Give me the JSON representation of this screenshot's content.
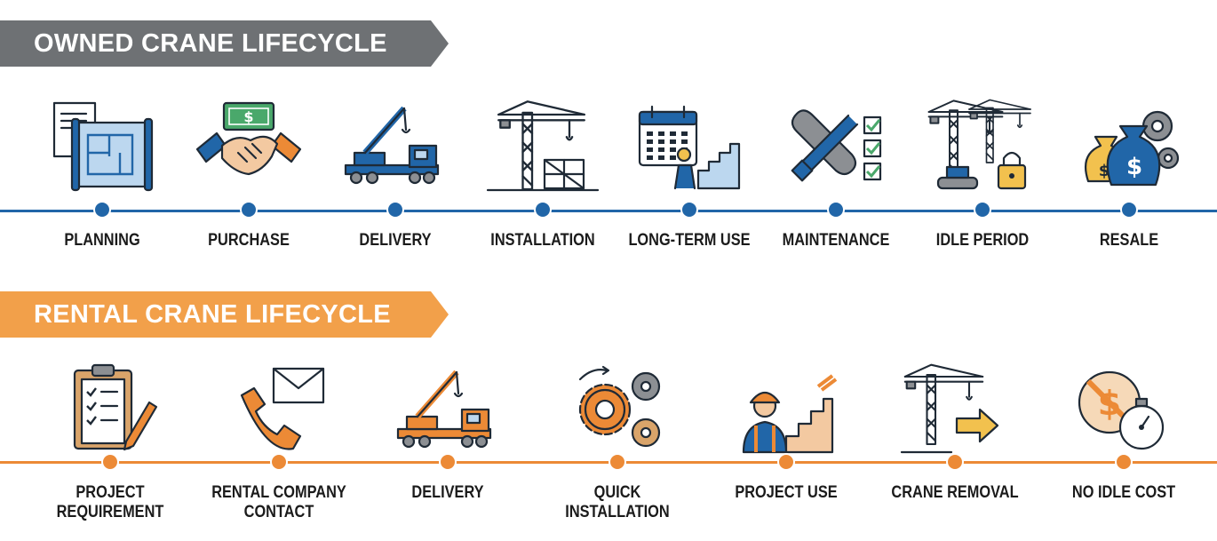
{
  "owned": {
    "title": "OWNED CRANE LIFECYCLE",
    "accent": "#2166a8",
    "stages": [
      {
        "label": "PLANNING",
        "icon": "blueprint-icon"
      },
      {
        "label": "PURCHASE",
        "icon": "handshake-money-icon"
      },
      {
        "label": "DELIVERY",
        "icon": "crane-truck-icon"
      },
      {
        "label": "INSTALLATION",
        "icon": "tower-crane-icon"
      },
      {
        "label": "LONG-TERM USE",
        "icon": "calendar-worker-icon"
      },
      {
        "label": "MAINTENANCE",
        "icon": "tools-checklist-icon"
      },
      {
        "label": "IDLE PERIOD",
        "icon": "locked-cranes-icon"
      },
      {
        "label": "RESALE",
        "icon": "money-bags-gears-icon"
      }
    ]
  },
  "rental": {
    "title": "RENTAL CRANE LIFECYCLE",
    "accent": "#ec8a36",
    "stages": [
      {
        "label": "PROJECT\nREQUIREMENT",
        "icon": "clipboard-checklist-icon"
      },
      {
        "label": "RENTAL COMPANY\nCONTACT",
        "icon": "phone-envelope-icon"
      },
      {
        "label": "DELIVERY",
        "icon": "crane-truck-icon"
      },
      {
        "label": "QUICK INSTALLATION",
        "icon": "gears-icon"
      },
      {
        "label": "PROJECT USE",
        "icon": "worker-building-icon"
      },
      {
        "label": "CRANE REMOVAL",
        "icon": "crane-arrow-icon"
      },
      {
        "label": "NO IDLE COST",
        "icon": "no-money-stopwatch-icon"
      }
    ]
  }
}
